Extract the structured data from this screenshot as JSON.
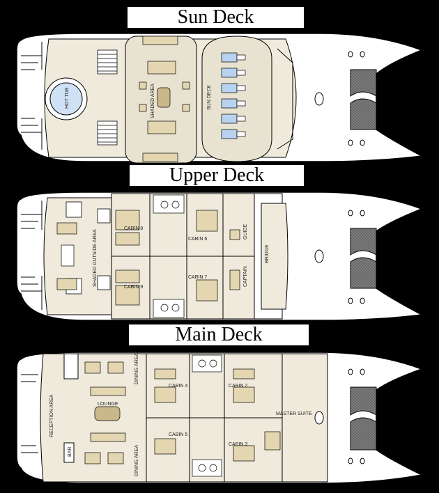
{
  "decks": {
    "sun": {
      "title": "Sun Deck"
    },
    "upper": {
      "title": "Upper Deck"
    },
    "main": {
      "title": "Main Deck"
    }
  },
  "sun_labels": {
    "hot_tub": "HOT TUB",
    "shaded_area": "SHADED AREA",
    "sun_deck": "SUN DECK"
  },
  "upper_labels": {
    "shaded_outside": "SHADED OUTSIDE AREA",
    "cabin8": "CABIN 8",
    "cabin6": "CABIN 6",
    "cabin9": "CABIN 9",
    "cabin7": "CABIN 7",
    "guide": "GUIDE",
    "captain": "CAPTAIN",
    "bridge": "BRIDGE"
  },
  "main_labels": {
    "reception": "RECEPTION AREA",
    "lounge": "LOUNGE",
    "dining_top": "DINING AREA",
    "dining_bottom": "DINING AREA",
    "bar": "BAR",
    "cabin4": "CABIN 4",
    "cabin2": "CABIN 2",
    "cabin5": "CABIN 5",
    "cabin3": "CABIN 3",
    "master": "MASTER SUITE"
  },
  "colors": {
    "background": "#000000",
    "hull": "#ffffff",
    "floor": "#efeadc",
    "furniture": "#e3d6b0",
    "furniture_dark": "#c8b88a",
    "hot_tub": "#cfe1f5",
    "lounger": "#b8d2ef",
    "net": "#555555"
  }
}
